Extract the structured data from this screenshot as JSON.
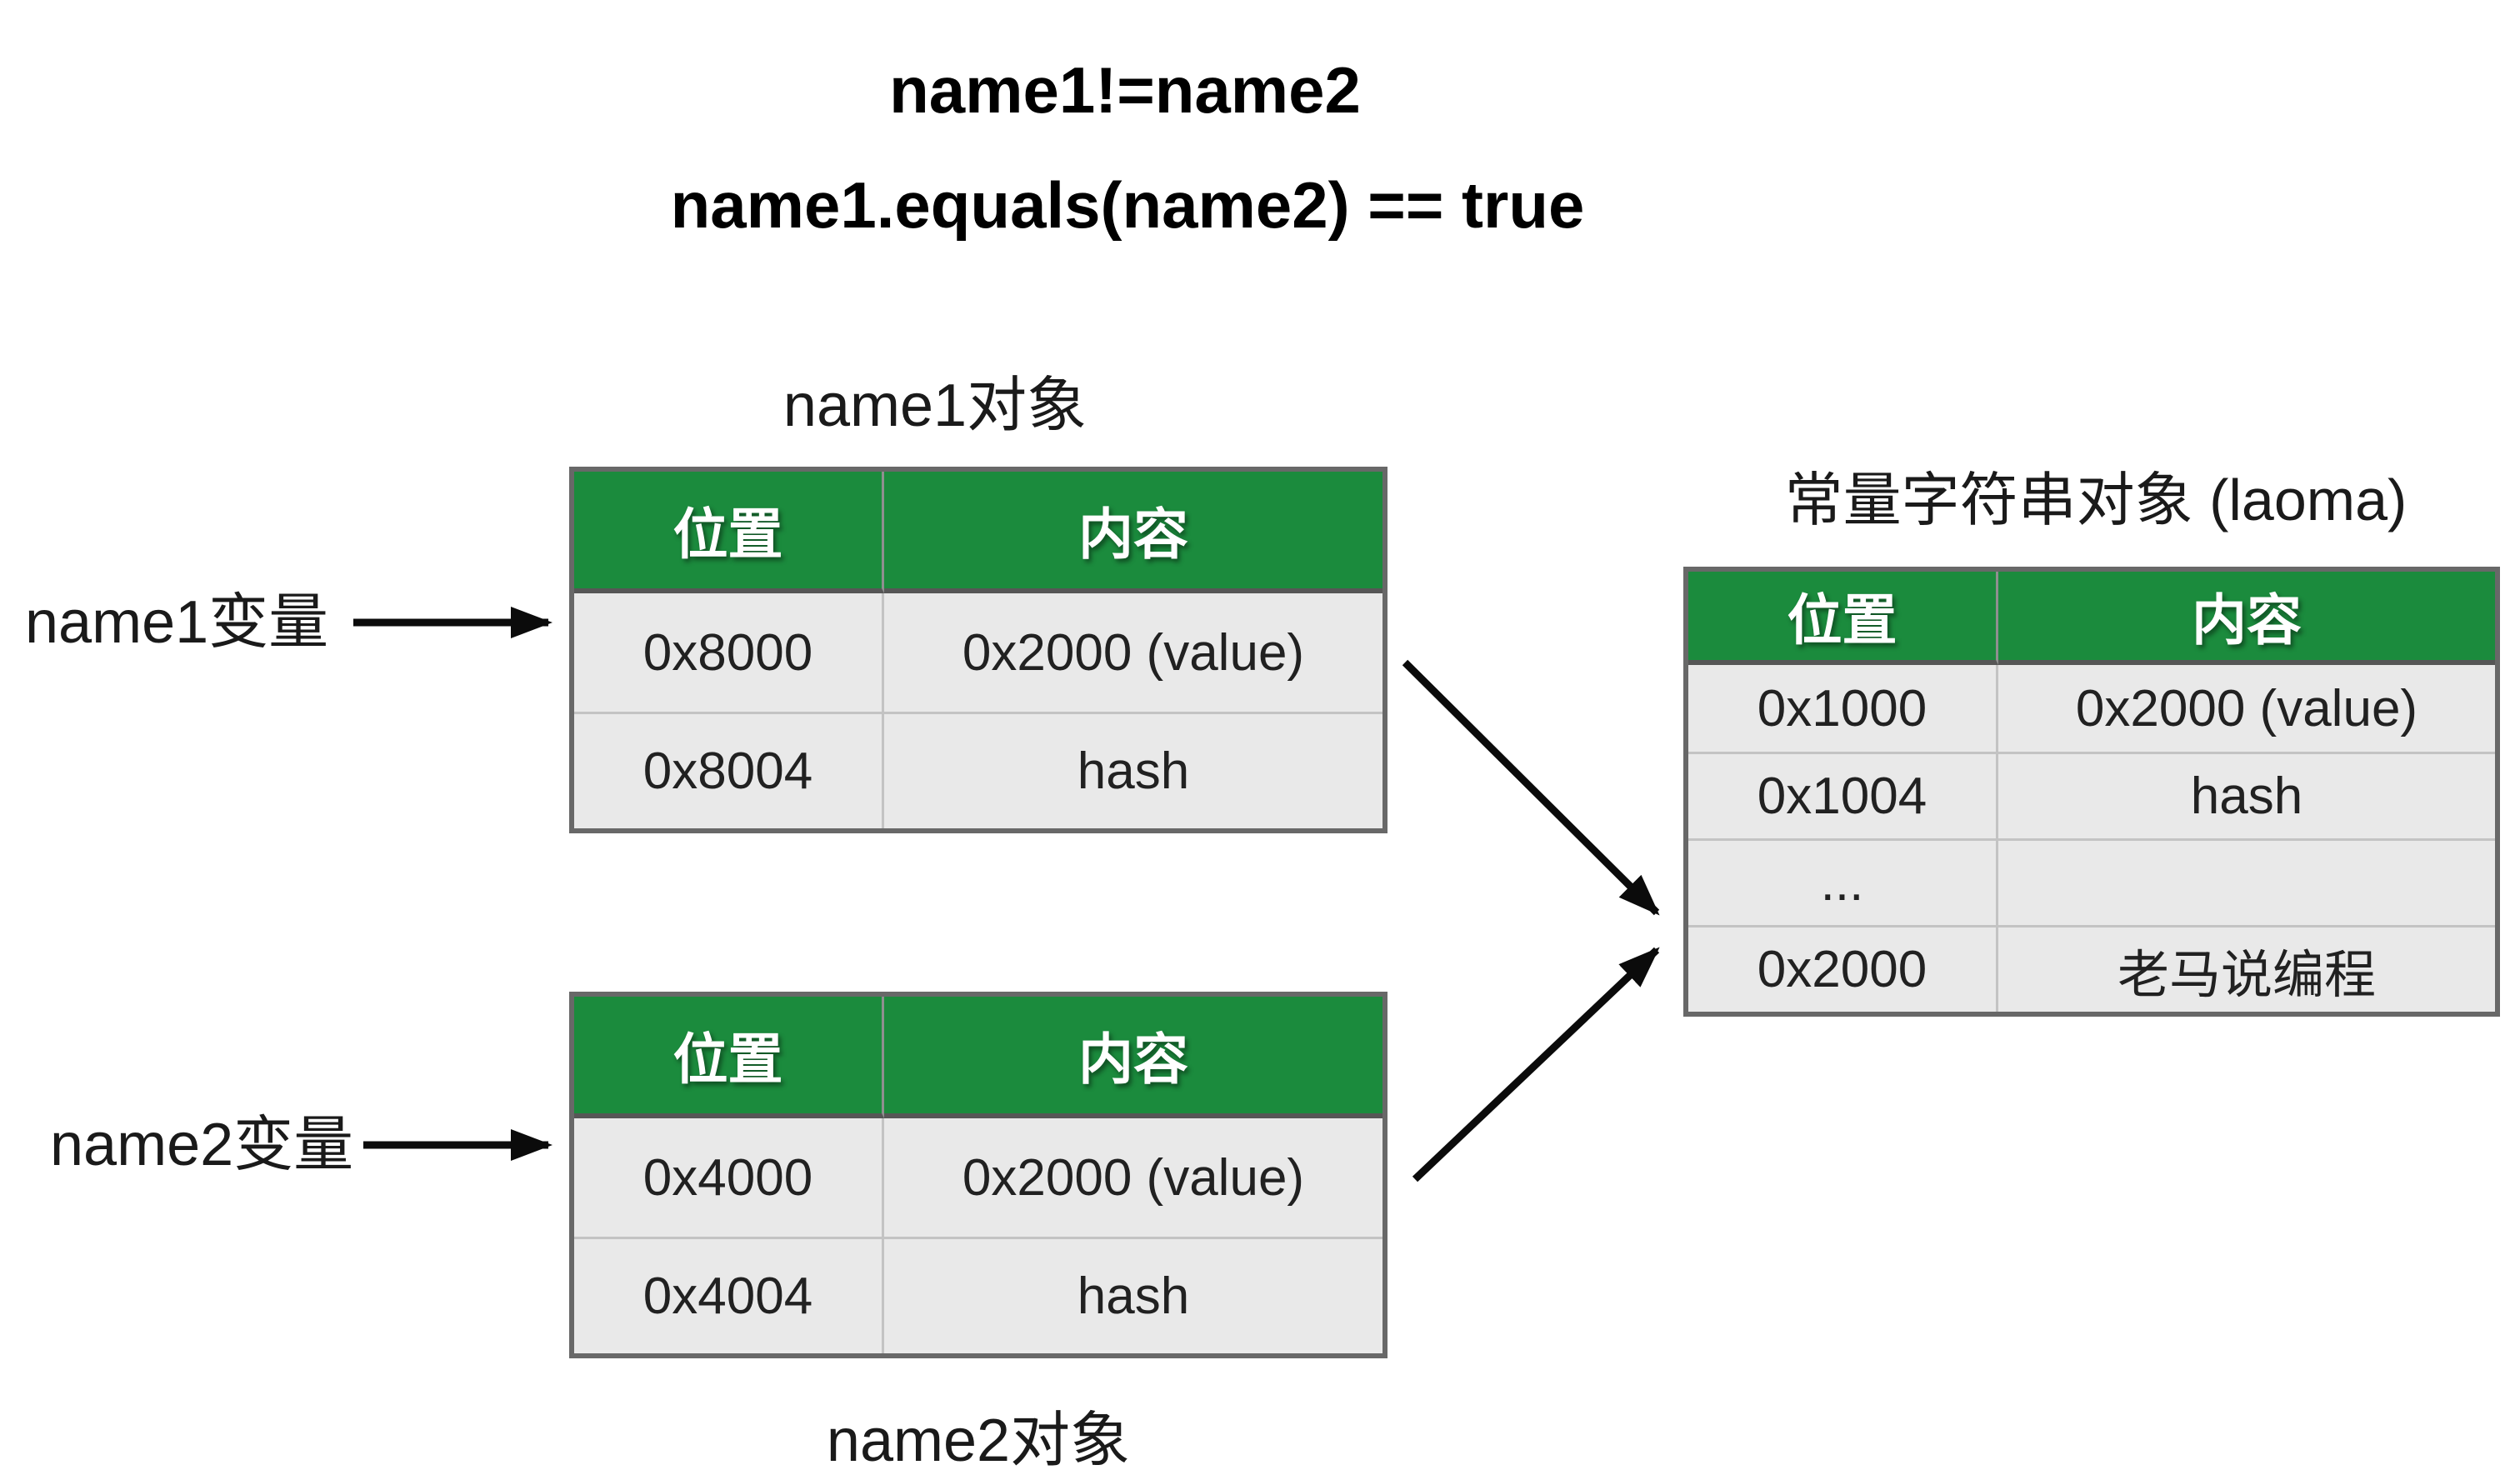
{
  "titles": {
    "line1": "name1!=name2",
    "line2": "name1.equals(name2) == true"
  },
  "pointers": {
    "name1": "name1变量",
    "name2": "name2变量"
  },
  "tables": {
    "name1": {
      "caption": "name1对象",
      "headers": [
        "位置",
        "内容"
      ],
      "rows": [
        [
          "0x8000",
          "0x2000 (value)"
        ],
        [
          "0x8004",
          "hash"
        ]
      ]
    },
    "name2": {
      "caption": "name2对象",
      "headers": [
        "位置",
        "内容"
      ],
      "rows": [
        [
          "0x4000",
          "0x2000 (value)"
        ],
        [
          "0x4004",
          "hash"
        ]
      ]
    },
    "constant": {
      "caption": "常量字符串对象 (laoma)",
      "headers": [
        "位置",
        "内容"
      ],
      "rows": [
        [
          "0x1000",
          "0x2000 (value)"
        ],
        [
          "0x1004",
          "hash"
        ],
        [
          "...",
          ""
        ],
        [
          "0x2000",
          "老马说编程"
        ]
      ]
    }
  },
  "colors": {
    "header_green": "#1b8b3d",
    "cell_background": "#e9e9e9",
    "outer_border": "#686868",
    "row_divider": "#c3c3c3",
    "arrow_black": "#0b0b0b",
    "header_text": "#ffffff",
    "body_text": "#212121"
  }
}
